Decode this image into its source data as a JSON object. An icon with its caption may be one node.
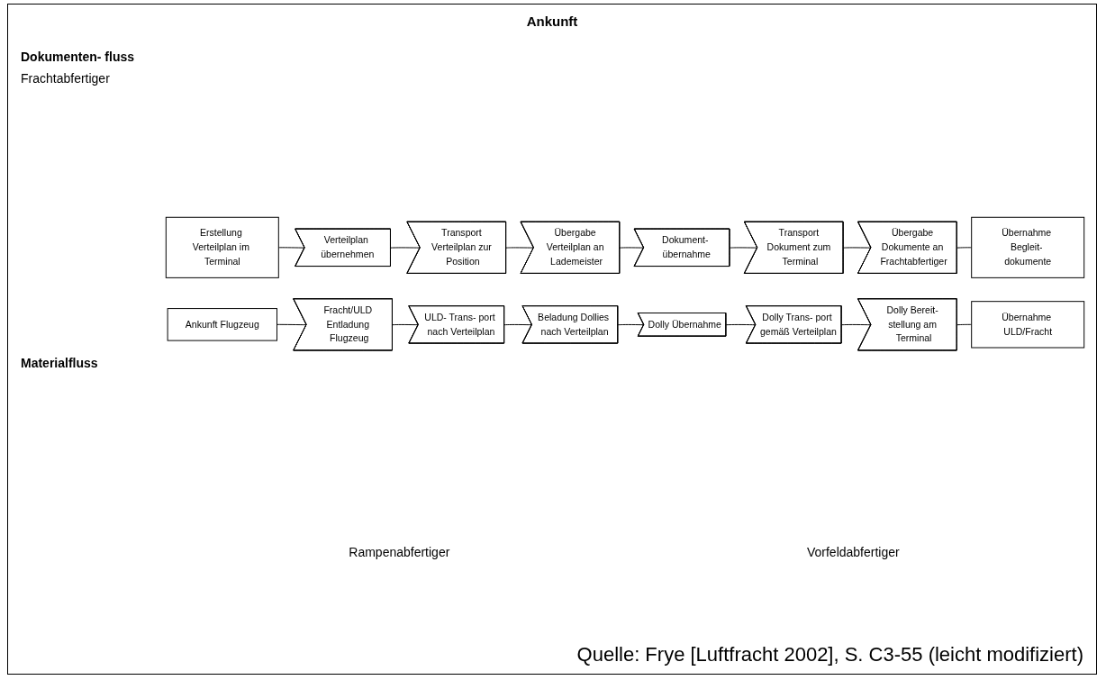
{
  "diagram": {
    "title": "Ankunft",
    "nodes": [
      {
        "text": [
          "Erstellung Verteilplan im Terminal"
        ]
      },
      {
        "text": [
          "Verteilplan übernehmen"
        ]
      },
      {
        "text": [
          "Transport Verteilplan zur Position"
        ]
      },
      {
        "text": [
          "Übergabe Verteilplan an Lademeister"
        ]
      },
      {
        "text": [
          "Dokument- übernahme"
        ]
      },
      {
        "text": [
          "Transport Dokument zum Terminal"
        ]
      },
      {
        "text": [
          "Übergabe Dokumente an Frachtabfertiger"
        ]
      },
      {
        "text": [
          "Übernahme Begleit- dokumente"
        ]
      },
      {
        "text": [
          "Ankunft Flugzeug"
        ]
      },
      {
        "text": [
          "Fracht/ULD Entladung Flugzeug"
        ]
      },
      {
        "text": [
          "ULD- Trans- port nach Verteilplan"
        ]
      },
      {
        "text": [
          "Beladung Dollies nach Verteilplan"
        ]
      },
      {
        "text": [
          "Dolly Übernahme"
        ]
      },
      {
        "text": [
          "Dolly Trans- port gemäß Verteilplan"
        ]
      },
      {
        "text": [
          "Dolly Bereit- stellung am Terminal"
        ]
      },
      {
        "text": [
          "Übernahme ULD/Fracht"
        ]
      }
    ],
    "edges": [
      {
        "from": 0,
        "to": 1,
        "arrow": "none"
      },
      {
        "from": 1,
        "to": 2,
        "arrow": "none"
      },
      {
        "from": 2,
        "to": 3,
        "arrow": "none"
      },
      {
        "from": 3,
        "to": 4,
        "arrow": "none"
      },
      {
        "from": 4,
        "to": 5,
        "arrow": "none"
      },
      {
        "from": 5,
        "to": 6,
        "arrow": "none"
      },
      {
        "from": 6,
        "to": 7,
        "arrow": "none"
      },
      {
        "from": 8,
        "to": 9,
        "arrow": "none"
      },
      {
        "from": 9,
        "to": 10,
        "arrow": "none"
      },
      {
        "from": 10,
        "to": 11,
        "arrow": "none"
      },
      {
        "from": 11,
        "to": 12,
        "arrow": "none"
      },
      {
        "from": 12,
        "to": 13,
        "arrow": "none"
      },
      {
        "from": 13,
        "to": 14,
        "arrow": "none"
      },
      {
        "from": 14,
        "to": 15,
        "arrow": "none"
      }
    ],
    "labels": [
      "Dokumenten- fluss",
      "Frachtabfertiger",
      "Materialfluss",
      "Rampenabfertiger",
      "Vorfeldabfertiger"
    ],
    "caption": "Quelle: Frye [Luftfracht 2002], S. C3-55 (leicht modifiziert)"
  }
}
